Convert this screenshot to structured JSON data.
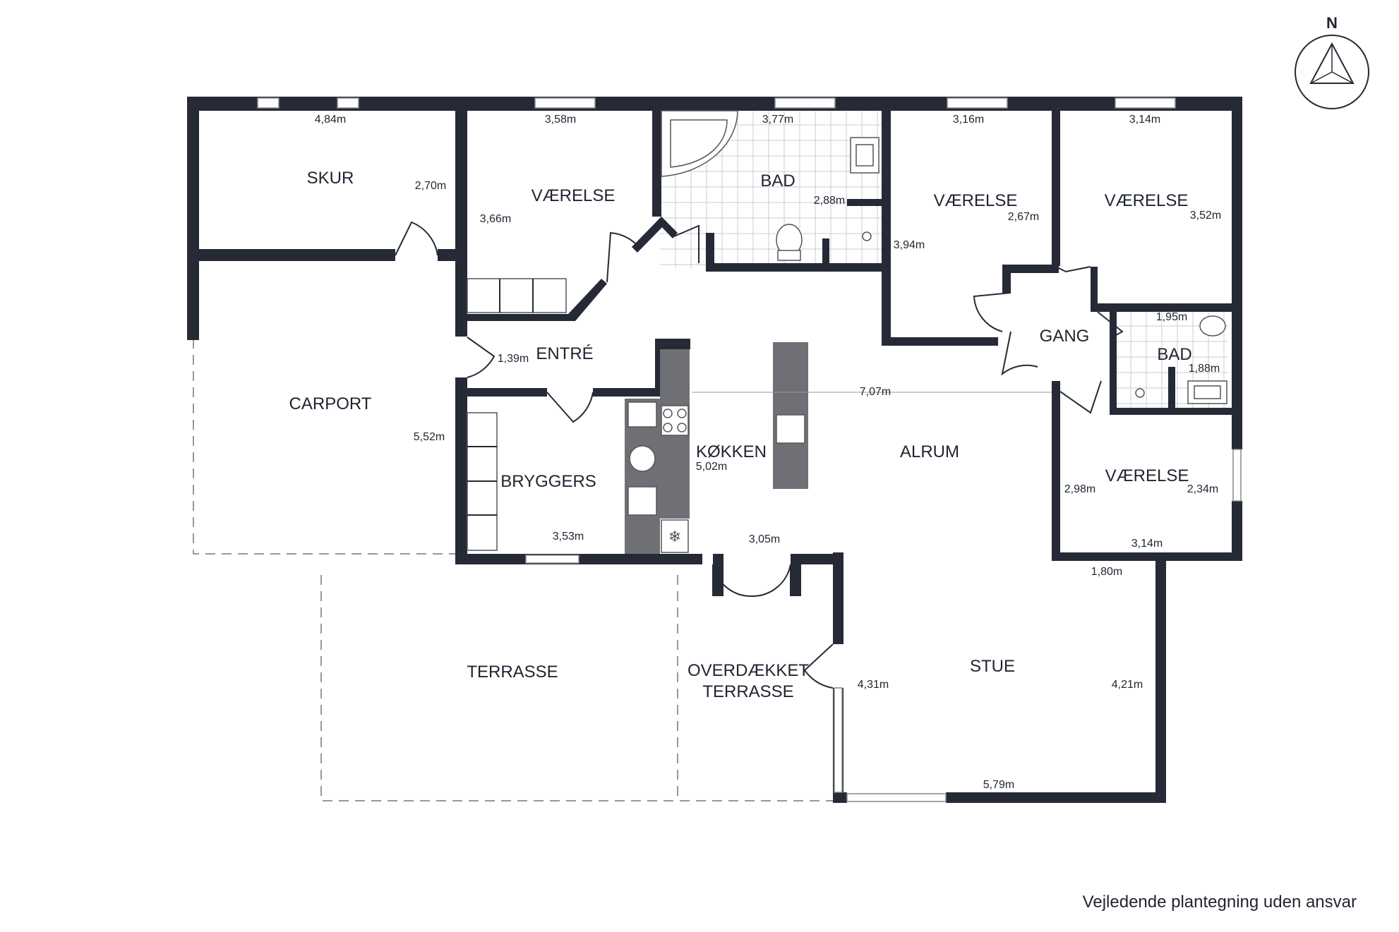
{
  "compass": {
    "label": "N"
  },
  "rooms": {
    "skur": "SKUR",
    "vaerelse_1": "VÆRELSE",
    "bad_1": "BAD",
    "vaerelse_2": "VÆRELSE",
    "vaerelse_3": "VÆRELSE",
    "gang": "GANG",
    "bad_2": "BAD",
    "entre": "ENTRÉ",
    "carport": "CARPORT",
    "bryggers": "BRYGGERS",
    "kokken": "KØKKEN",
    "alrum": "ALRUM",
    "vaerelse_4": "VÆRELSE",
    "terrasse": "TERRASSE",
    "overdaekket_1": "OVERDÆKKET",
    "overdaekket_2": "TERRASSE",
    "stue": "STUE"
  },
  "dimensions": {
    "skur_w": "4,84m",
    "skur_h": "2,70m",
    "vaerelse1_w": "3,58m",
    "vaerelse1_h": "3,66m",
    "bad1_w": "3,77m",
    "bad1_h": "2,88m",
    "vaerelse2_w": "3,16m",
    "vaerelse2_h": "2,67m",
    "vaerelse2_h2": "3,94m",
    "vaerelse3_w": "3,14m",
    "vaerelse3_h": "3,52m",
    "bad2_w": "1,95m",
    "bad2_h": "1,88m",
    "entre": "1,39m",
    "alrum_w": "7,07m",
    "carport_h": "5,52m",
    "kokken_h": "5,02m",
    "bryggers_w": "3,53m",
    "kokken_w": "3,05m",
    "vaerelse4_left": "2,98m",
    "vaerelse4_right": "2,34m",
    "vaerelse4_w": "3,14m",
    "stue_top": "1,80m",
    "stue_left": "4,31m",
    "stue_right": "4,21m",
    "stue_w": "5,79m"
  },
  "disclaimer": "Vejledende plantegning uden ansvar"
}
